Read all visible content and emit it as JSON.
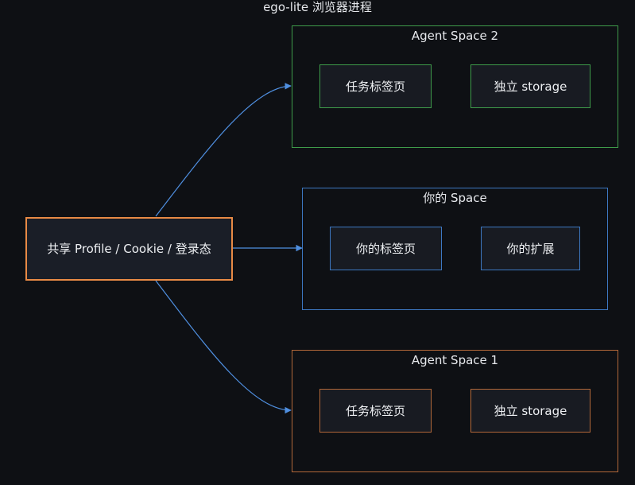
{
  "title": "ego-lite 浏览器进程",
  "colors": {
    "background": "#0e1014",
    "green": "#3e9b4a",
    "blue": "#3d78c2",
    "orange": "#b2683a",
    "source_border": "#e88a45",
    "edge": "#4f8fe0"
  },
  "source": {
    "label": "共享 Profile / Cookie / 登录态"
  },
  "spaces": {
    "agent2": {
      "label": "Agent Space 2",
      "tab": "任务标签页",
      "storage": "独立 storage"
    },
    "user": {
      "label": "你的 Space",
      "tab": "你的标签页",
      "extensions": "你的扩展"
    },
    "agent1": {
      "label": "Agent Space 1",
      "tab": "任务标签页",
      "storage": "独立 storage"
    }
  }
}
